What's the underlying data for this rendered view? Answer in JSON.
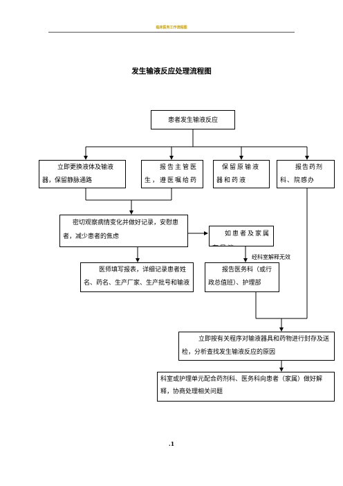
{
  "header": {
    "text": "临床医务工作流程图"
  },
  "title": "发生输液反应处理流程图",
  "nodes": {
    "start": "患者发生输液反应",
    "replace": "立即更换液体及输液器，保留静脉通路",
    "report_doctor": "报告主管医生，遵医嘱给药",
    "keep": "保留原输液器和药液",
    "report_pharmacy": "报告药剂科、院感办",
    "observe": "密切观察病情变化并做好记录，安慰患者，减少患者的焦虑",
    "family": "如患者及家属有异议",
    "doctor_record": "医师填写报表，详细记录患者姓名、药名、生产厂家、生产批号和输液时间",
    "medical_affairs": "报告医务科（或行政总值班）、护理部",
    "seal": "立即按有关程序对输液器具和药物进行封存及送检，分析查找发生输液反应的原因",
    "coordinate": "科室或护理单元配合药剂科、医务科向患者（家属）做好解释，协商处理相关问题"
  },
  "edge_label": "经科室解释无效",
  "page_number": ".1"
}
